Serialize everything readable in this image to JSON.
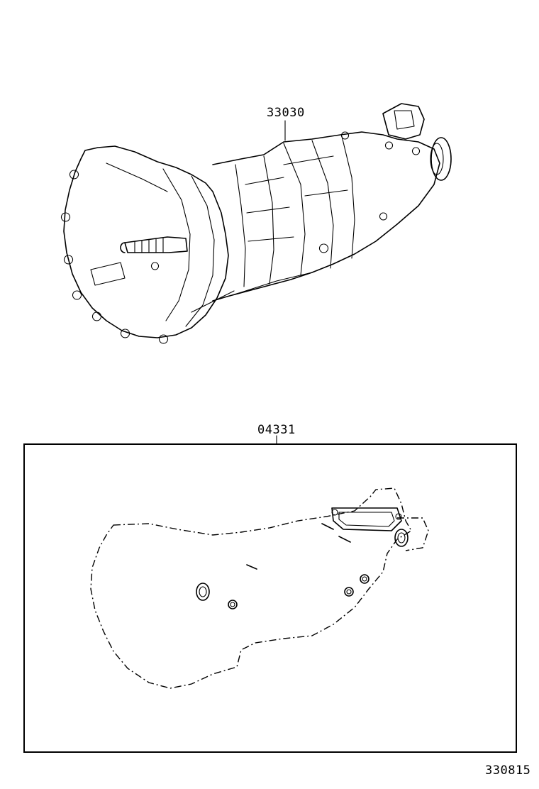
{
  "diagram": {
    "parts": [
      {
        "part_number": "33030"
      },
      {
        "part_number": "04331"
      }
    ],
    "figure_number": "330815"
  },
  "colors": {
    "line": "#000000",
    "background": "#ffffff"
  }
}
